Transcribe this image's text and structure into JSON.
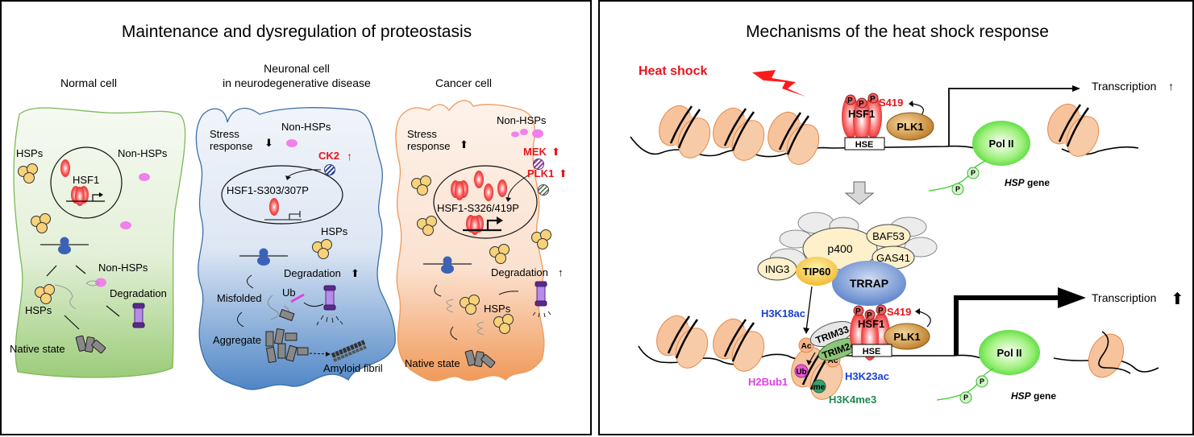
{
  "left_panel": {
    "title": "Maintenance and dysregulation of proteostasis",
    "normal_cell": {
      "heading": "Normal cell",
      "hsps_top": "HSPs",
      "non_hsps_top": "Non-HSPs",
      "hsf1": "HSF1",
      "non_hsps_mid": "Non-HSPs",
      "degradation": "Degradation",
      "hsps_bottom": "HSPs",
      "native_state": "Native state",
      "color": "#7db85a"
    },
    "neuronal_cell": {
      "heading_line1": "Neuronal cell",
      "heading_line2": "in neurodegenerative disease",
      "stress_line1": "Stress",
      "stress_line2": "response",
      "stress_arrow": "⬇",
      "non_hsps": "Non-HSPs",
      "ck2": "CK2",
      "ck2_arrow": "↑",
      "hsf1_label": "HSF1-S303/307P",
      "hsps": "HSPs",
      "degradation": "Degradation",
      "degradation_arrow": "⬆",
      "misfolded": "Misfolded",
      "ub": "Ub",
      "aggregate": "Aggregate",
      "amyloid": "Amyloid fibril",
      "color": "#3d6fa8"
    },
    "cancer_cell": {
      "heading": "Cancer cell",
      "stress_line1": "Stress",
      "stress_line2": "response",
      "stress_arrow": "⬆",
      "non_hsps": "Non-HSPs",
      "mek": "MEK",
      "mek_arrow": "⬆",
      "plk1": "PLK1",
      "plk1_arrow": "⬆",
      "hsf1_label": "HSF1-S326/419P",
      "degradation": "Degradation",
      "degradation_arrow": "↑",
      "hsps": "HSPs",
      "native_state": "Native state",
      "color": "#ee9a5c"
    }
  },
  "right_panel": {
    "title": "Mechanisms of the heat shock response",
    "top": {
      "heat_shock": "Heat shock",
      "p": "P",
      "hsf1": "HSF1",
      "s419": "S419",
      "plk1": "PLK1",
      "hse": "HSE",
      "transcription": "Transcription",
      "transcription_arrow": "↑",
      "pol2": "Pol II",
      "hsp_gene_italic": "HSP",
      "hsp_gene_rest": " gene"
    },
    "bottom": {
      "p400": "p400",
      "baf53": "BAF53",
      "gas41": "GAS41",
      "ing3": "ING3",
      "tip60": "TIP60",
      "trrap": "TRRAP",
      "h3k18ac": "H3K18ac",
      "trim33": "TRIM33",
      "trim24": "TRIM24",
      "p": "P",
      "hsf1": "HSF1",
      "s419": "S419",
      "plk1": "PLK1",
      "hse": "HSE",
      "ac": "Ac",
      "ub": "Ub",
      "me": "me",
      "h2bub1": "H2Bub1",
      "h3k23ac": "H3K23ac",
      "h3k4me3": "H3K4me3",
      "transcription": "Transcription",
      "transcription_arrow": "⬆",
      "pol2": "Pol II",
      "hsp_gene_italic": "HSP",
      "hsp_gene_rest": " gene"
    }
  }
}
